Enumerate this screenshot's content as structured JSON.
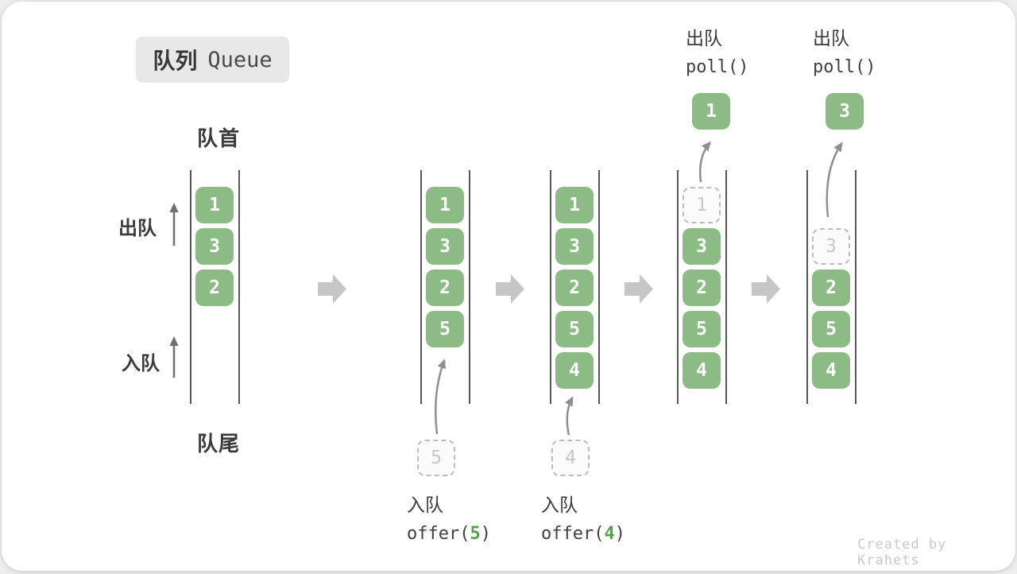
{
  "title": {
    "zh": "队列",
    "en": "Queue"
  },
  "labels": {
    "front": "队首",
    "rear": "队尾",
    "dequeue_side": "出队",
    "enqueue_side": "入队"
  },
  "queues": [
    {
      "name": "initial-state",
      "slots": [
        "1",
        "3",
        "2"
      ]
    },
    {
      "name": "after-offer-5",
      "slots": [
        "1",
        "3",
        "2",
        "5"
      ],
      "staging": "5"
    },
    {
      "name": "after-offer-4",
      "slots": [
        "1",
        "3",
        "2",
        "5",
        "4"
      ],
      "staging": "4"
    },
    {
      "name": "polling-1",
      "removed": "1",
      "slots": [
        "3",
        "2",
        "5",
        "4"
      ]
    },
    {
      "name": "polling-3",
      "removed": "3",
      "slots": [
        "2",
        "5",
        "4"
      ]
    }
  ],
  "annotations": {
    "enqueue5": {
      "action": "入队",
      "code_pre": "offer(",
      "arg": "5",
      "code_post": ")"
    },
    "enqueue4": {
      "action": "入队",
      "code_pre": "offer(",
      "arg": "4",
      "code_post": ")"
    },
    "poll1": {
      "action": "出队",
      "code": "poll()",
      "result": "1"
    },
    "poll3": {
      "action": "出队",
      "code": "poll()",
      "result": "3"
    }
  },
  "watermark": "Created by Krahets",
  "colors": {
    "box_green": "#8dbb85",
    "accent_green": "#56a04e",
    "block_arrow": "#c6c6c6",
    "dark_text": "#3a3a3a"
  }
}
